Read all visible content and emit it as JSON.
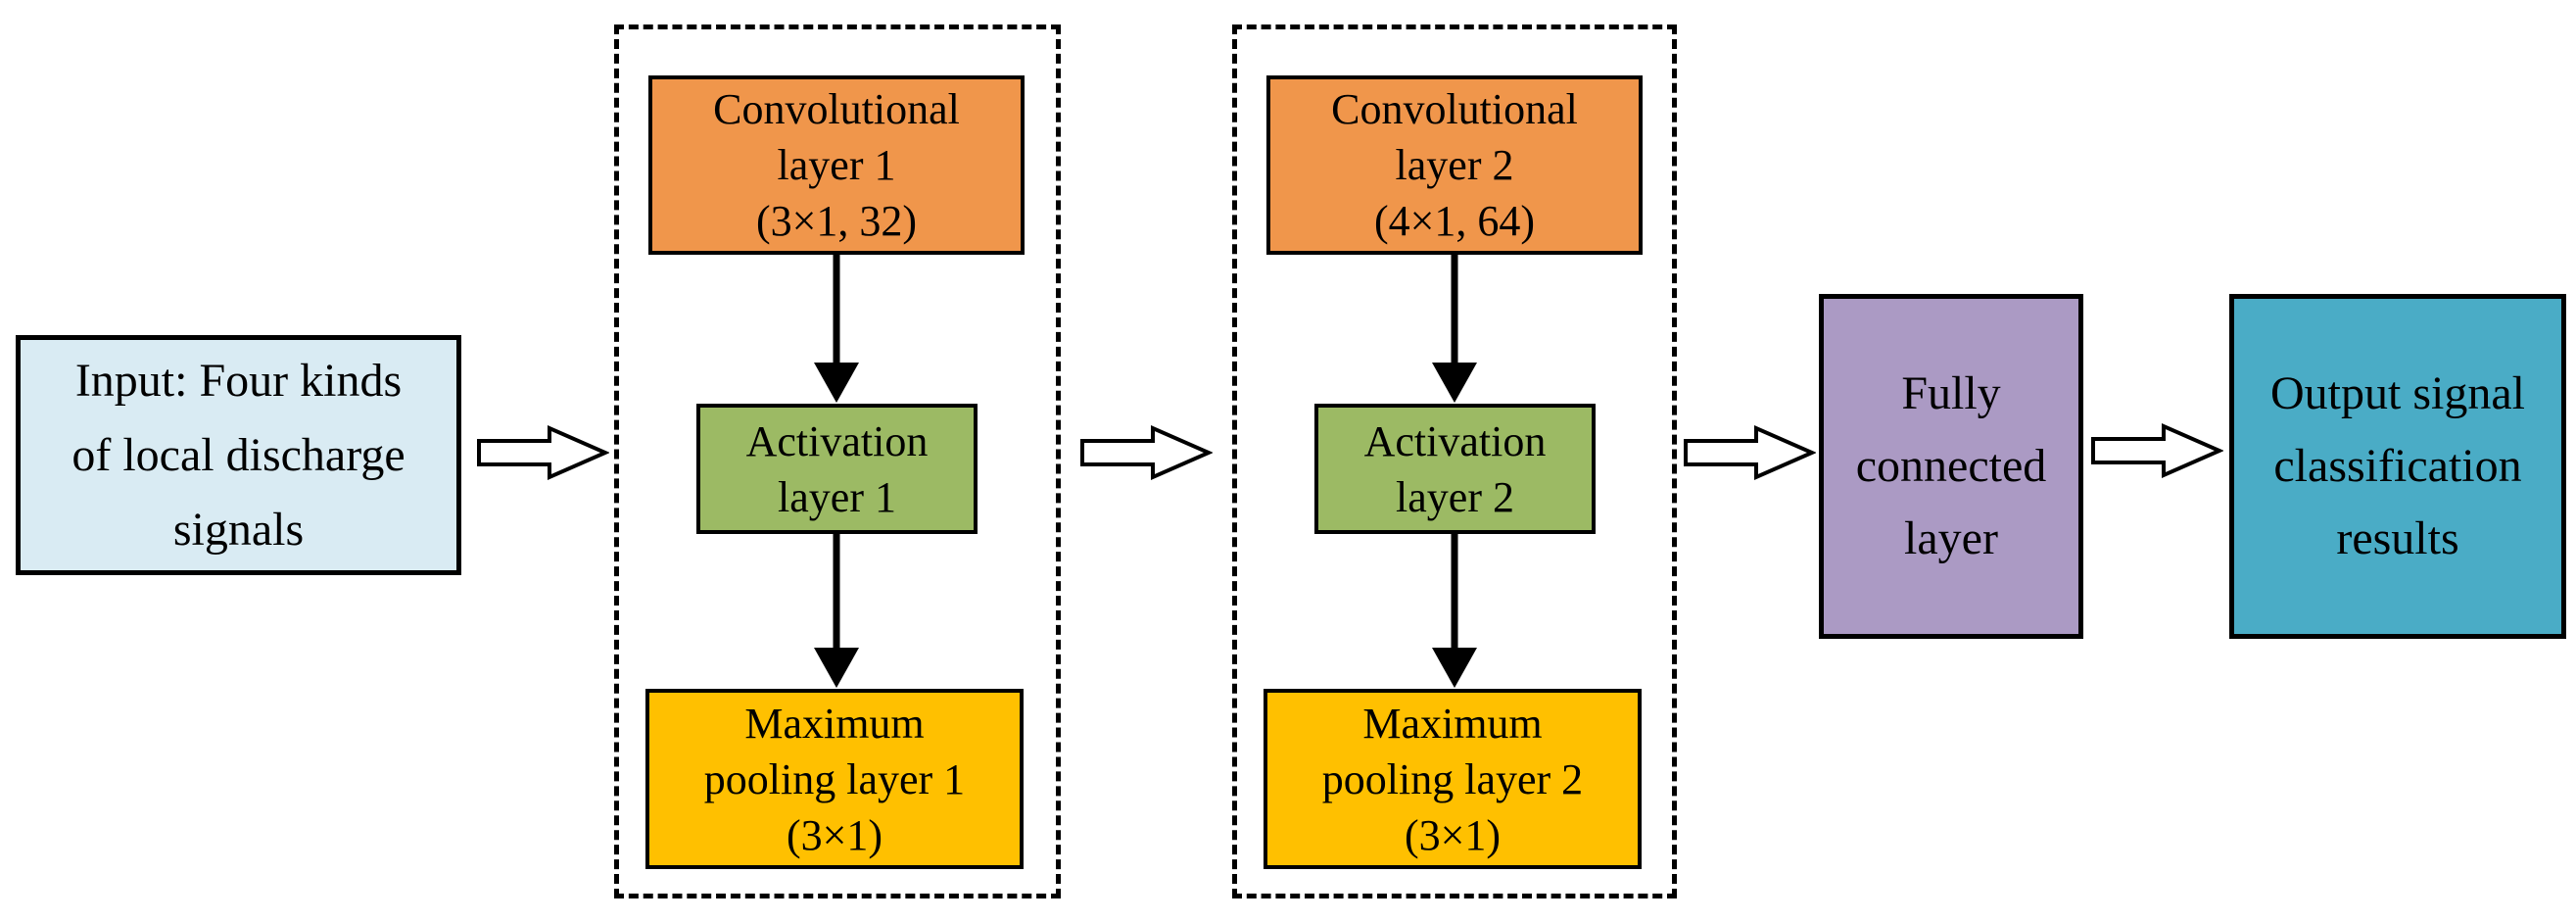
{
  "diagram": {
    "input": {
      "lines": [
        "Input: Four kinds",
        "of local discharge",
        "signals"
      ]
    },
    "stage1": {
      "conv": {
        "lines": [
          "Convolutional",
          "layer 1",
          "(3×1, 32)"
        ]
      },
      "activation": {
        "lines": [
          "Activation",
          "layer 1"
        ]
      },
      "pool": {
        "lines": [
          "Maximum",
          "pooling layer 1",
          "(3×1)"
        ]
      }
    },
    "stage2": {
      "conv": {
        "lines": [
          "Convolutional",
          "layer 2",
          "(4×1, 64)"
        ]
      },
      "activation": {
        "lines": [
          "Activation",
          "layer 2"
        ]
      },
      "pool": {
        "lines": [
          "Maximum",
          "pooling layer 2",
          "(3×1)"
        ]
      }
    },
    "fully_connected": {
      "lines": [
        "Fully",
        "connected",
        "layer"
      ]
    },
    "output": {
      "lines": [
        "Output signal",
        "classification",
        "results"
      ]
    },
    "colors": {
      "input_fill": "#d9ebf3",
      "conv_fill": "#f0964b",
      "activation_fill": "#9cba64",
      "pool_fill": "#ffc000",
      "fully_connected_fill": "#ab9ac4",
      "output_fill": "#4aacc6",
      "arrow_fill": "#ffffff",
      "line_color": "#000000"
    }
  }
}
